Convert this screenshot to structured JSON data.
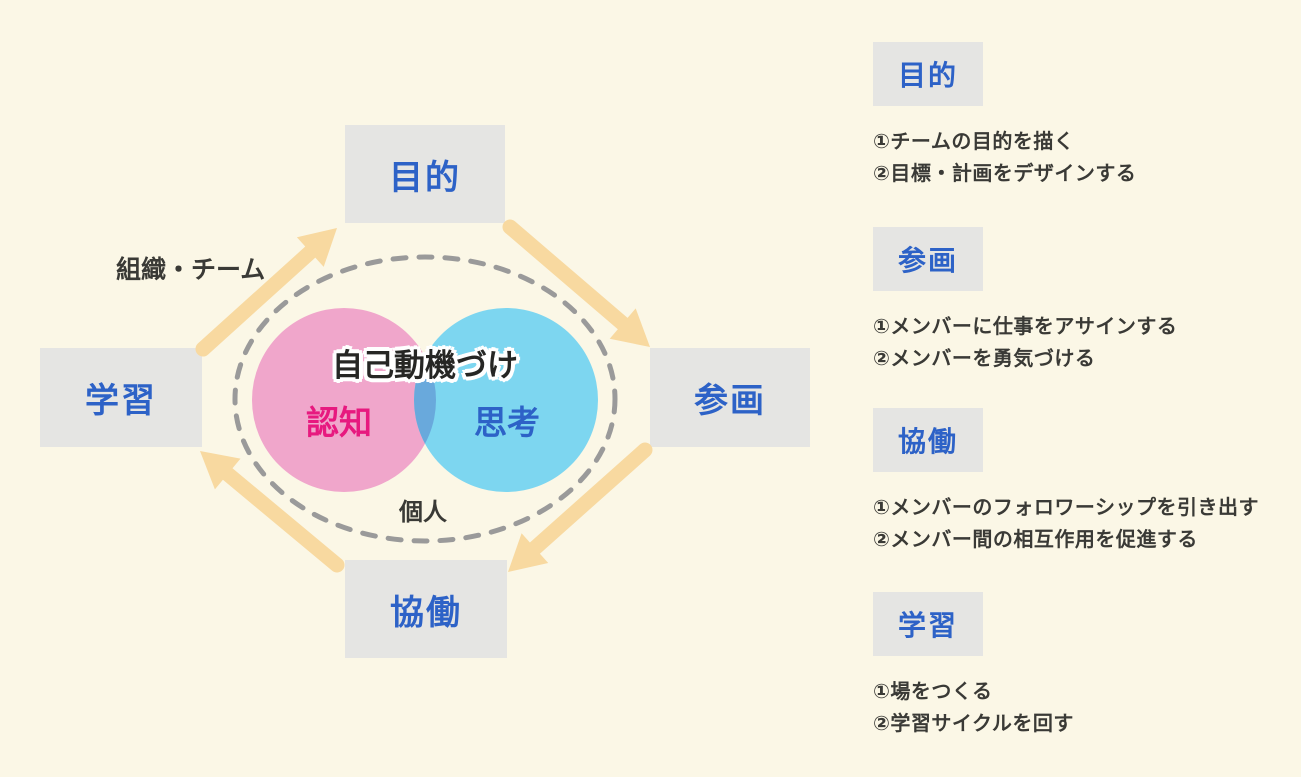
{
  "colors": {
    "background": "#FBF7E6",
    "node_box_bg": "#E5E5E3",
    "node_text_blue": "#2D62C7",
    "arrow": "#F8D9A0",
    "cognition_circle_pink": "#F0A6CB",
    "thinking_circle_cyan": "#7DD6F0",
    "venn_overlap_blue": "#69A9DC",
    "cognition_label_magenta": "#E7197F",
    "dashed_ellipse_gray": "#9A9A9A",
    "body_text": "#3A3A36"
  },
  "diagram": {
    "nodes": {
      "purpose": {
        "label": "目的"
      },
      "participation": {
        "label": "参画"
      },
      "collaboration": {
        "label": "協働"
      },
      "learning": {
        "label": "学習"
      }
    },
    "center_title": "自己動機づけ",
    "venn_left": "認知",
    "venn_right": "思考",
    "outer_label": "組織・チーム",
    "inner_label": "個人"
  },
  "right_panel": {
    "sections": [
      {
        "title": "目的",
        "items": [
          "①チームの目的を描く",
          "②目標・計画をデザインする"
        ]
      },
      {
        "title": "参画",
        "items": [
          "①メンバーに仕事をアサインする",
          "②メンバーを勇気づける"
        ]
      },
      {
        "title": "協働",
        "items": [
          "①メンバーのフォロワーシップを引き出す",
          "②メンバー間の相互作用を促進する"
        ]
      },
      {
        "title": "学習",
        "items": [
          "①場をつくる",
          "②学習サイクルを回す"
        ]
      }
    ]
  }
}
